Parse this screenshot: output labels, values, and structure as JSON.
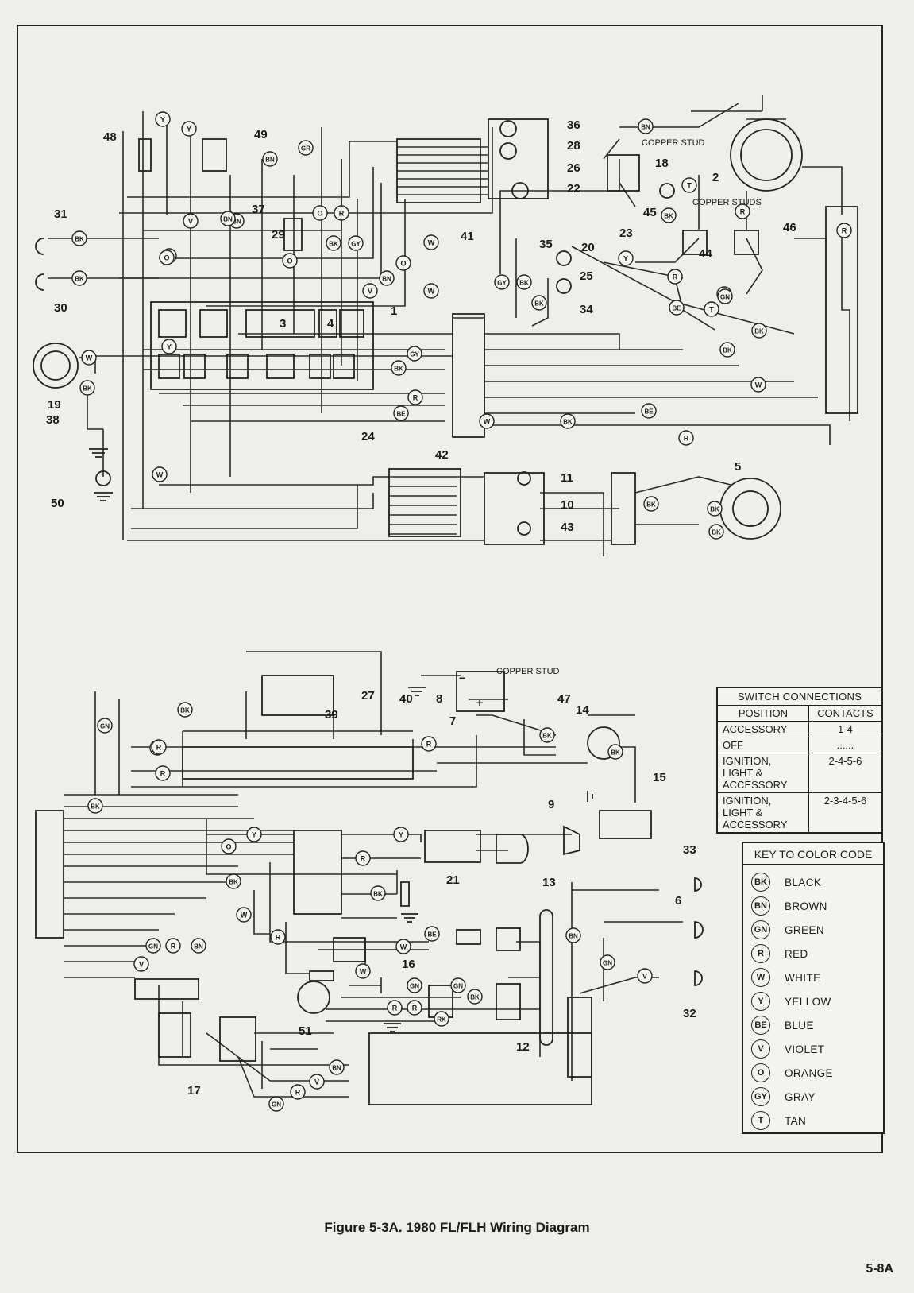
{
  "figure": {
    "caption": "Figure 5-3A. 1980 FL/FLH Wiring Diagram",
    "page_number": "5-8A"
  },
  "callouts": [
    "1",
    "2",
    "3",
    "4",
    "5",
    "6",
    "7",
    "8",
    "9",
    "10",
    "11",
    "12",
    "13",
    "14",
    "15",
    "16",
    "17",
    "18",
    "19",
    "20",
    "21",
    "22",
    "23",
    "24",
    "25",
    "26",
    "27",
    "28",
    "29",
    "30",
    "31",
    "32",
    "33",
    "34",
    "35",
    "36",
    "37",
    "38",
    "39",
    "40",
    "41",
    "42",
    "43",
    "44",
    "45",
    "46",
    "47",
    "48",
    "49",
    "50",
    "51"
  ],
  "component_labels": {
    "copper_stud": "COPPER STUD",
    "copper_studs": "COPPER STUDS",
    "plus_sign": "+",
    "minus_sign": "−"
  },
  "switch_connections": {
    "title": "SWITCH CONNECTIONS",
    "headers": [
      "POSITION",
      "CONTACTS"
    ],
    "rows": [
      {
        "position": "ACCESSORY",
        "contacts": "1-4"
      },
      {
        "position": "OFF",
        "contacts": "......"
      },
      {
        "position": "IGNITION, LIGHT & ACCESSORY",
        "contacts": "2-4-5-6"
      },
      {
        "position": "IGNITION, LIGHT & ACCESSORY",
        "contacts": "2-3-4-5-6"
      }
    ]
  },
  "color_key": {
    "title": "KEY TO COLOR CODE",
    "entries": [
      {
        "code": "BK",
        "name": "BLACK"
      },
      {
        "code": "BN",
        "name": "BROWN"
      },
      {
        "code": "GN",
        "name": "GREEN"
      },
      {
        "code": "R",
        "name": "RED"
      },
      {
        "code": "W",
        "name": "WHITE"
      },
      {
        "code": "Y",
        "name": "YELLOW"
      },
      {
        "code": "BE",
        "name": "BLUE"
      },
      {
        "code": "V",
        "name": "VIOLET"
      },
      {
        "code": "O",
        "name": "ORANGE"
      },
      {
        "code": "GY",
        "name": "GRAY"
      },
      {
        "code": "T",
        "name": "TAN"
      }
    ]
  },
  "wire_tags": [
    "Y",
    "Y",
    "BN",
    "GR",
    "V",
    "BN",
    "O",
    "R",
    "BK",
    "GY",
    "O",
    "O",
    "W",
    "W",
    "BK",
    "BK",
    "Y",
    "BN",
    "V",
    "BK",
    "GY",
    "W",
    "BK",
    "R",
    "BE",
    "W",
    "BK",
    "R",
    "O",
    "BK",
    "Y",
    "R",
    "BE",
    "BK",
    "T",
    "R",
    "GN",
    "T",
    "R",
    "R",
    "BN",
    "BK",
    "W",
    "BK",
    "BE",
    "BK",
    "BK",
    "BK",
    "GY",
    "BK",
    "O",
    "W",
    "R",
    "BN",
    "BK",
    "BK",
    "BK",
    "GN",
    "R",
    "R",
    "R",
    "BK",
    "O",
    "Y",
    "Y",
    "R",
    "BK",
    "BK",
    "W",
    "R",
    "GN",
    "R",
    "BN",
    "V",
    "BE",
    "W",
    "W",
    "GN",
    "GN",
    "BK",
    "R",
    "R",
    "RK",
    "BN",
    "GN",
    "BN",
    "V",
    "R",
    "GN",
    "V"
  ]
}
